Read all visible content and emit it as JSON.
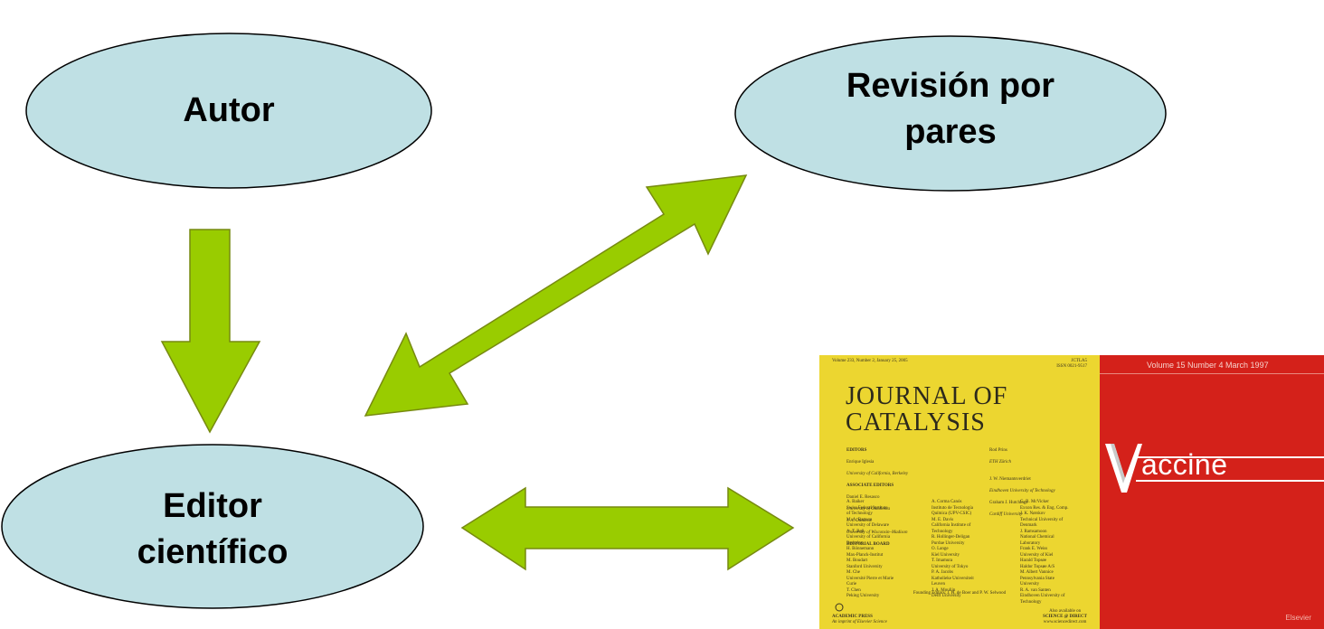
{
  "nodes": {
    "autor": {
      "label": "Autor"
    },
    "revision": {
      "line1": "Revisión por",
      "line2": "pares"
    },
    "editor": {
      "line1": "Editor",
      "line2": "científico"
    }
  },
  "colors": {
    "ellipse_fill": "#bfe0e4",
    "ellipse_stroke": "#000000",
    "arrow_fill": "#99cc00",
    "arrow_stroke": "#778a10"
  },
  "journal_catalysis": {
    "issue": "Volume 233, Number 2, January 25, 2005",
    "code": "JCTLA5",
    "issn": "ISSN 0021-9517",
    "title_line1": "JOURNAL OF",
    "title_line2": "CATALYSIS",
    "editors_heading": "EDITORS",
    "editor1": "Enrique Iglesia",
    "editor1_affil": "University of California, Berkeley",
    "editor2": "Rod Prins",
    "editor2_affil": "ETH Zürich",
    "assoc_heading": "ASSOCIATE EDITORS",
    "assoc1": "Daniel E. Resasco",
    "assoc1_affil": "University of Oklahoma",
    "assoc2": "J. A. Dumesic",
    "assoc2_affil": "University of Wisconsin–Madison",
    "assoc3": "J. W. Niemantsverdriet",
    "assoc3_affil": "Eindhoven University of Technology",
    "assoc4": "Graham J. Hutchings",
    "assoc4_affil": "Cardiff University",
    "board_heading": "EDITORIAL BOARD",
    "board_col1": "A. Baiker\nSwiss Federal Institute\nof Technology\nM. A. Barteau\nUniversity of Delaware\nA. T. Bell\nUniversity of California\nBerkeley\nH. Bönnemann\nMax-Planck-Institut\nM. Boudart\nStanford University\nM. Che\nUniversité Pierre et Marie\nCurie\nT. Chen\nPeking University",
    "board_col2": "A. Corma Canós\nInstituto de Tecnología\nQuímica (UPV-CSIC)\nM. E. Davis\nCalifornia Institute of\nTechnology\nR. Hollinger-Deligan\nPurdue University\nO. Lange\nKiel University\nT. Imamura\nUniversity of Tokyo\nP. A. Jacobs\nKatholieke Universiteit\nLeuven\nJ. A. Moulijn\nDelft University",
    "board_col3": "G. B. McVicker\nExxon Res. & Eng. Comp.\nJ. K. Nørskov\nTechnical University of\nDenmark\nJ. Ramsamoon\nNational Chemical\nLaboratory\nFrank E. Weiss\nUniversity of Kiel\nHarald Topsøe\nHaldor Topsøe A/S\nM. Albert Vannice\nPennsylvania State\nUniversity\nR. A. van Santen\nEindhoven University of\nTechnology",
    "founding": "Founding Editors: J. H. de Boer and P. W. Selwood",
    "publisher": "ACADEMIC PRESS",
    "publisher_sub": "An imprint of Elsevier Science",
    "also_available": "Also available on",
    "sciencedirect": "SCIENCE @ DIRECT",
    "url": "www.sciencedirect.com"
  },
  "journal_vaccine": {
    "issue": "Volume 15 Number 4 March 1997",
    "title": "accine",
    "publisher": "Elsevier"
  }
}
